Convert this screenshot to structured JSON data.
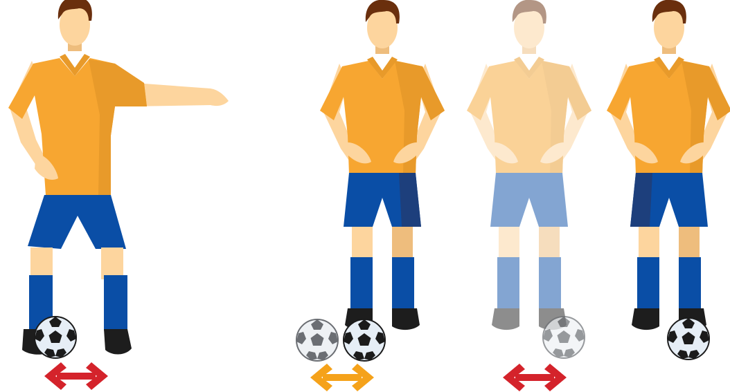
{
  "figures": [
    {
      "id": "referee",
      "pose": "arm-extended",
      "faded": false,
      "ball": "between-feet"
    },
    {
      "id": "player-left",
      "pose": "hands-on-hips",
      "faded": false,
      "ball": "left-foot-with-extra-ball"
    },
    {
      "id": "player-ghost",
      "pose": "hands-on-hips",
      "faded": true,
      "ball": "right-foot"
    },
    {
      "id": "player-right",
      "pose": "hands-on-hips",
      "faded": false,
      "ball": "right-foot"
    }
  ],
  "arrows": [
    {
      "id": "arrow-1",
      "color": "#d4232b"
    },
    {
      "id": "arrow-2",
      "color": "#f5a21a"
    },
    {
      "id": "arrow-3",
      "color": "#d4232b"
    }
  ],
  "colors": {
    "shirt": "#f7a631",
    "shirt_shadow": "#e89a2a",
    "skin": "#fdd59e",
    "skin_shadow": "#eebd7d",
    "hair": "#6a2f0d",
    "shorts": "#0a4ea6",
    "shorts_shadow": "#1d3f7c",
    "socks": "#0a4ea6",
    "boots": "#1d1d1d",
    "ball_light": "#e6eef6",
    "ball_dark": "#1b1b1b"
  }
}
